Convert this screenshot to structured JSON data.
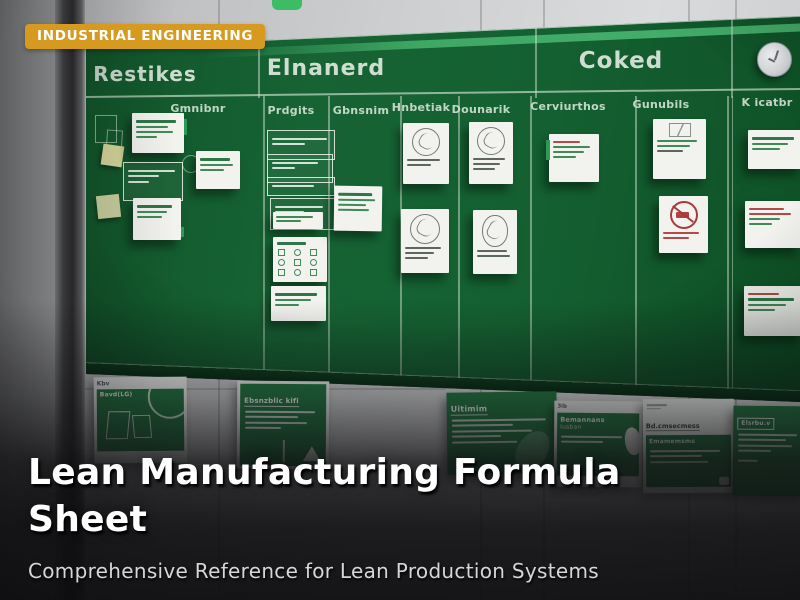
{
  "badge": {
    "label": "INDUSTRIAL ENGINEERING",
    "bg_color": "#D69A20"
  },
  "hero": {
    "title_line1": "Lean Manufacturing Formula",
    "title_line2": "Sheet",
    "subtitle": "Comprehensive Reference for Lean Production Systems"
  },
  "board": {
    "section_headers": [
      {
        "label": "Restikes"
      },
      {
        "label": "Elnanerd"
      },
      {
        "label": "Coked"
      }
    ],
    "column_headers": [
      {
        "label": "Gmnibnr"
      },
      {
        "label": "Prdgits"
      },
      {
        "label": "Gbnsnim"
      },
      {
        "label": "Hnbetiak"
      },
      {
        "label": "Dounarik"
      },
      {
        "label": "Cerviurthos"
      },
      {
        "label": "Gunubils"
      },
      {
        "label": "K icatbr"
      }
    ],
    "colors": {
      "board_green": "#146031",
      "accent_green": "#3fa865",
      "grid_line": "#d4e4d4",
      "card_white": "#f2f2ef",
      "red_accent": "#b54848"
    }
  },
  "sheets": {
    "sheet1": {
      "header": "Kbv",
      "label": "Bavd(LG)"
    },
    "sheet2": {
      "title": "Ebsnzblic kifi"
    },
    "sheet3": {
      "title": "Uitimim"
    },
    "sheet4": {
      "header": "3ib",
      "title": "Bemannans",
      "line": "Iusban"
    },
    "sheet5": {
      "title": "Bd.cmsecmess",
      "panel_title": "Emamemsms"
    },
    "sheet6": {
      "title": "Elsrbu.v"
    }
  }
}
